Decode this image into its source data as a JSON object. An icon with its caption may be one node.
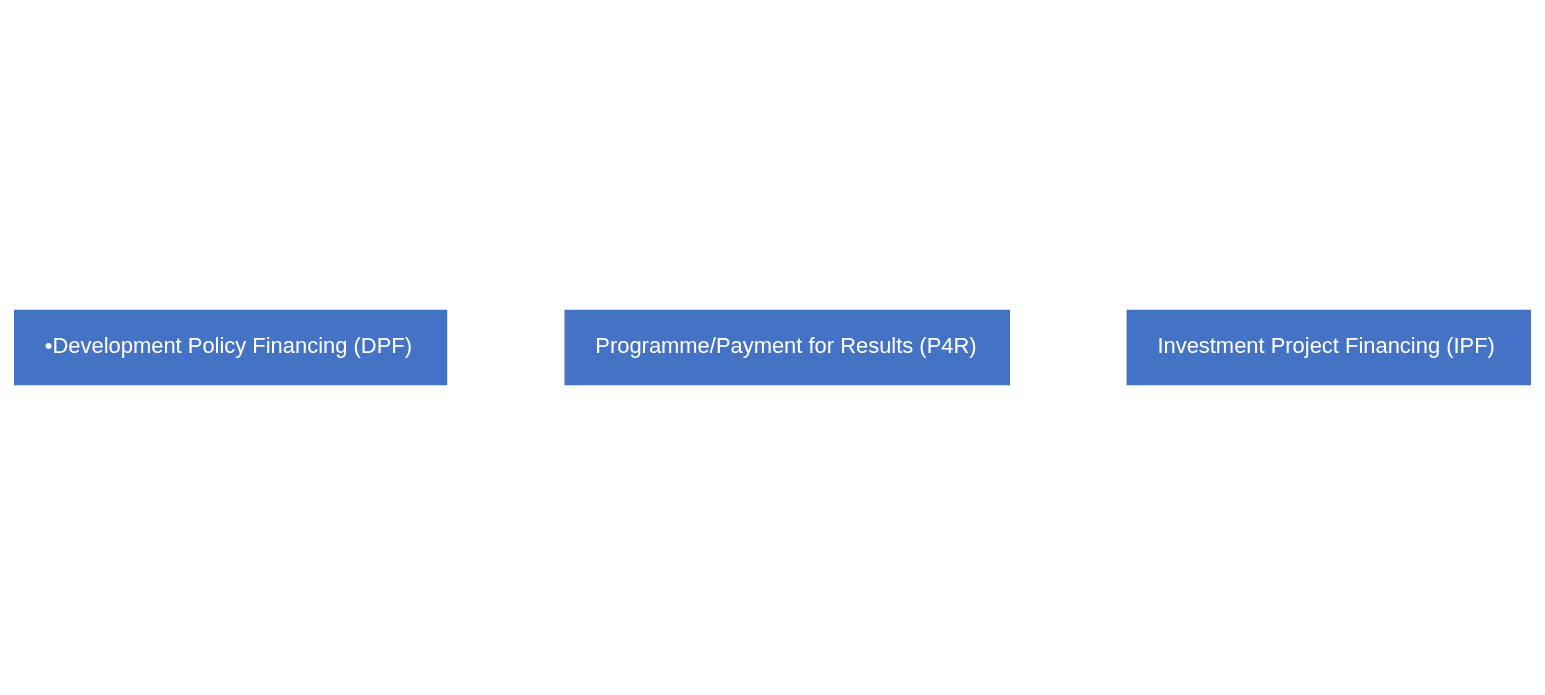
{
  "diagram": {
    "nodes": [
      {
        "text": [
          "•Development Policy Financing (DPF)"
        ]
      },
      {
        "text": [
          "Programme/Payment for Results (P4R)"
        ]
      },
      {
        "text": [
          "Investment Project Financing (IPF)"
        ]
      }
    ]
  }
}
